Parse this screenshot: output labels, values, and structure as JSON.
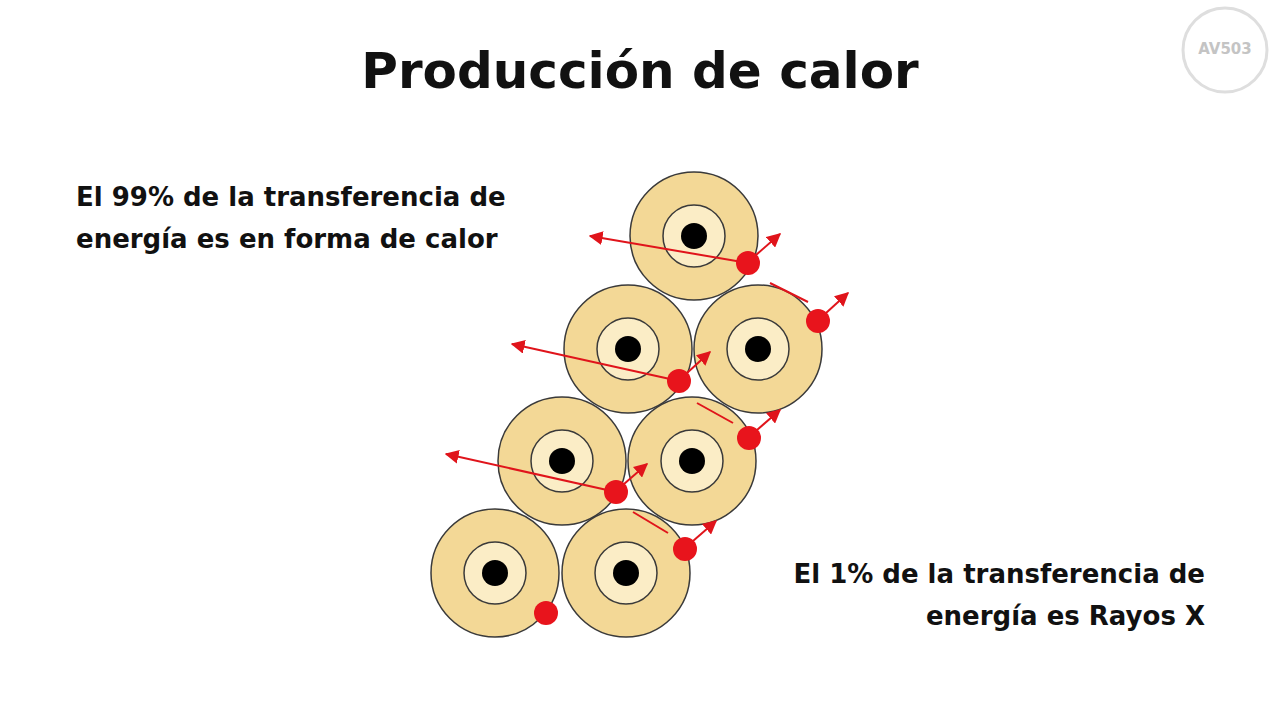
{
  "diagram": {
    "title": "Producción de calor",
    "labels": [
      "El 99% de la transferencia de energía es en forma de calor",
      "El 1% de la transferencia de energía es Rayos X",
      "AV503"
    ]
  }
}
